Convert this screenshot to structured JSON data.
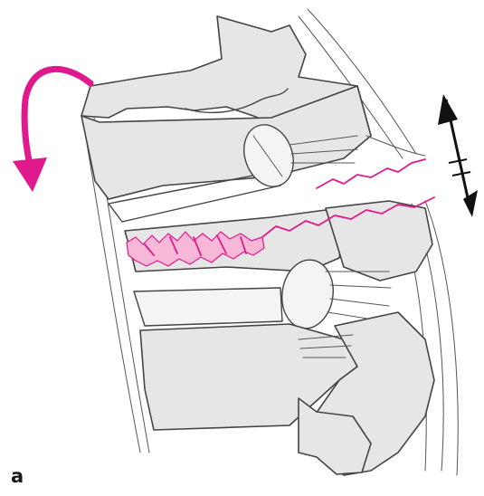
{
  "figure": {
    "panel_label": "a"
  },
  "colors": {
    "fracture": "#e0198c",
    "bone_fill": "#e6e6e6",
    "outline": "#444444",
    "arrow_black": "#111111"
  },
  "icons": {
    "rotation_arrow": "curved-arrow-counterclockwise",
    "distraction_arrow": "double-headed-arrow"
  }
}
